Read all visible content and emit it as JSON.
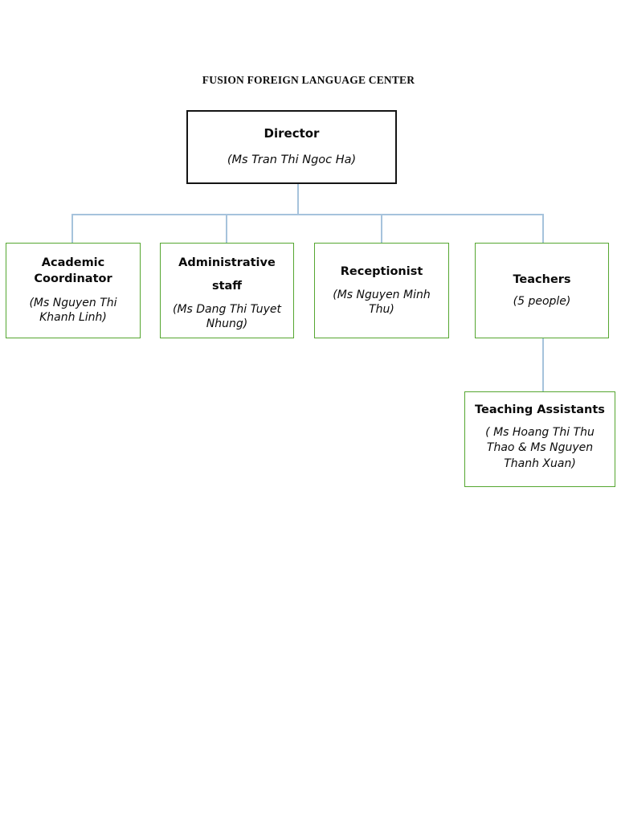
{
  "chart_data": {
    "type": "diagram",
    "title": "FUSION FOREIGN LANGUAGE CENTER",
    "diagram_kind": "organizational-chart",
    "colors": {
      "root_border": "#141414",
      "branch_border": "#55a630",
      "connector": "#a6c3dc",
      "text": "#0a0a0a",
      "background": "#ffffff"
    },
    "nodes": [
      {
        "id": "director",
        "title": "Director",
        "subtitle": "(Ms Tran Thi Ngoc Ha)",
        "level": 0,
        "border": "black"
      },
      {
        "id": "academic",
        "title": "Academic Coordinator",
        "subtitle": "(Ms Nguyen Thi Khanh Linh)",
        "level": 1,
        "border": "green"
      },
      {
        "id": "admin",
        "title": "Administrative staff",
        "subtitle": "(Ms Dang Thi Tuyet Nhung)",
        "level": 1,
        "border": "green"
      },
      {
        "id": "receptionist",
        "title": "Receptionist",
        "subtitle": "(Ms Nguyen Minh Thu)",
        "level": 1,
        "border": "green"
      },
      {
        "id": "teachers",
        "title": "Teachers",
        "subtitle": "(5 people)",
        "level": 1,
        "border": "green"
      },
      {
        "id": "ta",
        "title": "Teaching Assistants",
        "subtitle": "( Ms Hoang Thi Thu Thao & Ms Nguyen Thanh Xuan)",
        "level": 2,
        "border": "green"
      }
    ],
    "edges": [
      {
        "from": "director",
        "to": "academic"
      },
      {
        "from": "director",
        "to": "admin"
      },
      {
        "from": "director",
        "to": "receptionist"
      },
      {
        "from": "director",
        "to": "teachers"
      },
      {
        "from": "teachers",
        "to": "ta"
      }
    ]
  },
  "chart": {
    "title": "FUSION FOREIGN LANGUAGE CENTER",
    "director": {
      "title": "Director",
      "subtitle": "(Ms Tran Thi Ngoc Ha)"
    },
    "academic": {
      "title": "Academic Coordinator",
      "subtitle": "(Ms Nguyen Thi Khanh Linh)"
    },
    "admin": {
      "title_line1": "Administrative",
      "title_line2": "staff",
      "subtitle": "(Ms Dang Thi Tuyet Nhung)"
    },
    "receptionist": {
      "title": "Receptionist",
      "subtitle": "(Ms Nguyen Minh Thu)"
    },
    "teachers": {
      "title": "Teachers",
      "subtitle": "(5 people)"
    },
    "teaching_assistants": {
      "title": "Teaching Assistants",
      "subtitle": "( Ms Hoang Thi Thu Thao & Ms Nguyen Thanh Xuan)"
    }
  }
}
